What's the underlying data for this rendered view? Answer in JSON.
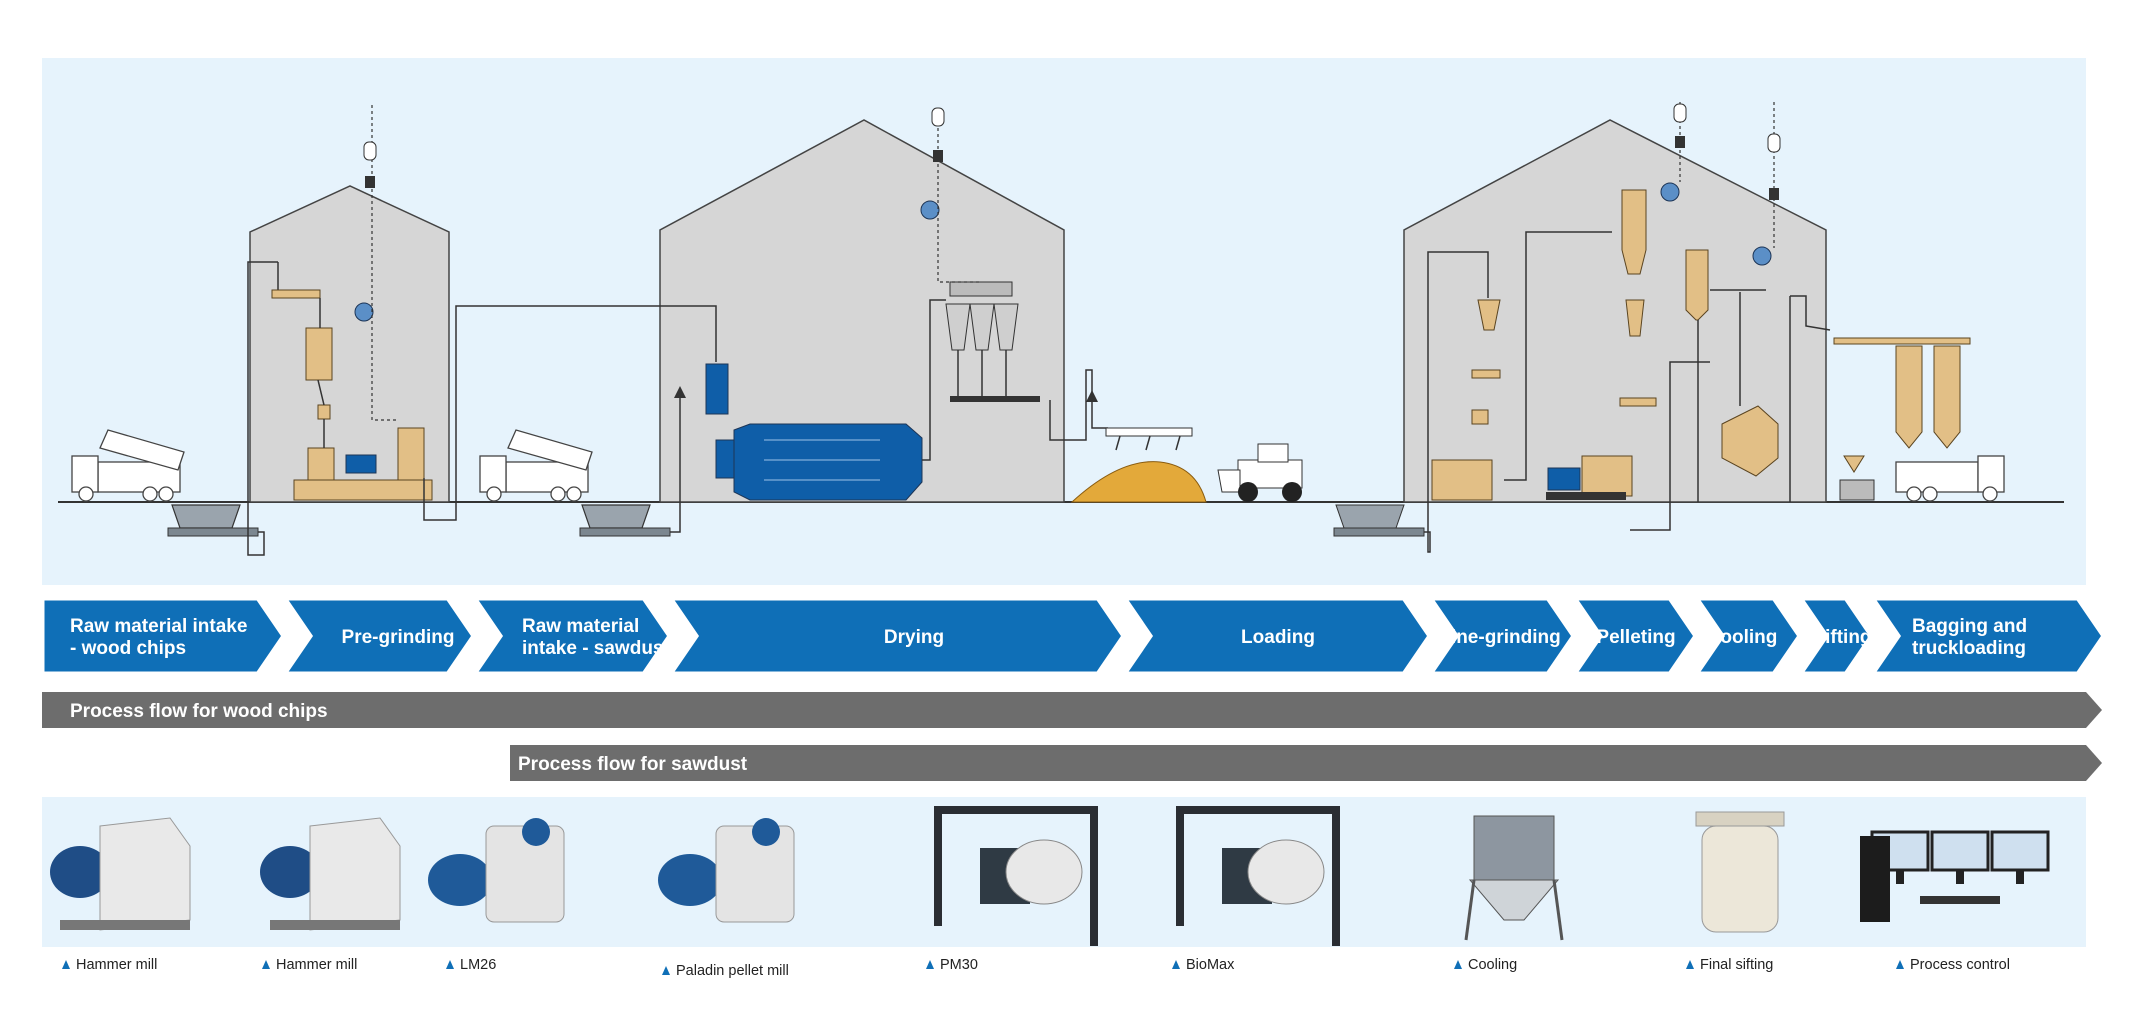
{
  "colors": {
    "panel_bg": "#e6f3fc",
    "stage_blue": "#0f6fb7",
    "flow_gray": "#6d6d6d",
    "building_gray": "#d6d6d6",
    "equipment_blue": "#0f5ea8",
    "equipment_tan": "#e2bf86",
    "chips_pile": "#e3a93a"
  },
  "stages": [
    {
      "lines": [
        "Raw material intake",
        "- wood chips"
      ]
    },
    {
      "lines": [
        "Pre-grinding"
      ]
    },
    {
      "lines": [
        "Raw material",
        "intake - sawdust"
      ]
    },
    {
      "lines": [
        "Drying"
      ]
    },
    {
      "lines": [
        "Loading"
      ]
    },
    {
      "lines": [
        "Fine-grinding"
      ]
    },
    {
      "lines": [
        "Pelleting"
      ]
    },
    {
      "lines": [
        "Cooling"
      ]
    },
    {
      "lines": [
        "Sifting"
      ]
    },
    {
      "lines": [
        "Bagging and",
        "truckloading"
      ]
    }
  ],
  "flows": [
    {
      "label": "Process flow for wood chips"
    },
    {
      "label": "Process flow for sawdust"
    }
  ],
  "products": [
    {
      "label": "Hammer mill",
      "icon": "hammer-mill-image"
    },
    {
      "label": "Hammer mill",
      "icon": "hammer-mill-image"
    },
    {
      "label": "LM26",
      "icon": "pellet-mill-image"
    },
    {
      "label": "Paladin pellet mill",
      "icon": "pellet-mill-image"
    },
    {
      "label": "PM30",
      "icon": "pellet-mill-frame-image"
    },
    {
      "label": "BioMax",
      "icon": "pellet-mill-frame-image"
    },
    {
      "label": "Cooling",
      "icon": "cooler-image"
    },
    {
      "label": "Final sifting",
      "icon": "sifter-image"
    },
    {
      "label": "Process control",
      "icon": "computer-monitors-image"
    }
  ]
}
